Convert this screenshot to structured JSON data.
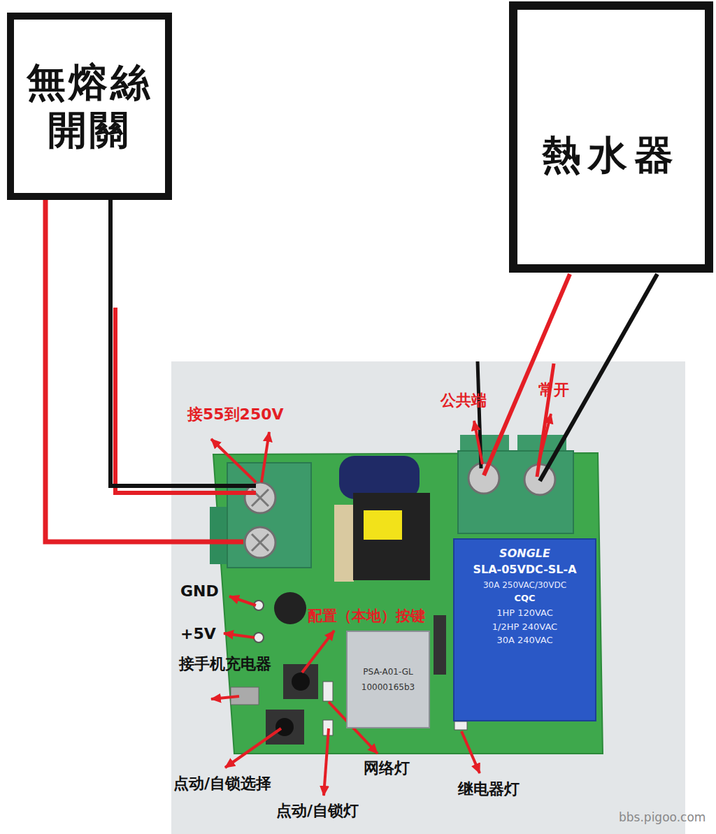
{
  "diagram": {
    "nodes": [
      {
        "text": [
          "無熔絲 開關"
        ]
      },
      {
        "text": [
          "熱水器"
        ]
      },
      {
        "text": [
          "SONGLE",
          "SLA-05VDC-SL-A",
          "30A 250VAC/30VDC",
          "CQC",
          "1HP 120VAC",
          "1/2HP 240VAC",
          "30A 240VAC"
        ]
      },
      {
        "text": [
          "PSA-A01-GL",
          "10000165b3"
        ]
      }
    ],
    "labels": [
      "接55到250V",
      "公共端",
      "常开",
      "GND",
      "+5V",
      "接手机充电器",
      "配置（本地）按键",
      "点动/自锁选择",
      "点动/自锁灯",
      "网络灯",
      "继电器灯",
      "bbs.pigoo.com"
    ]
  }
}
